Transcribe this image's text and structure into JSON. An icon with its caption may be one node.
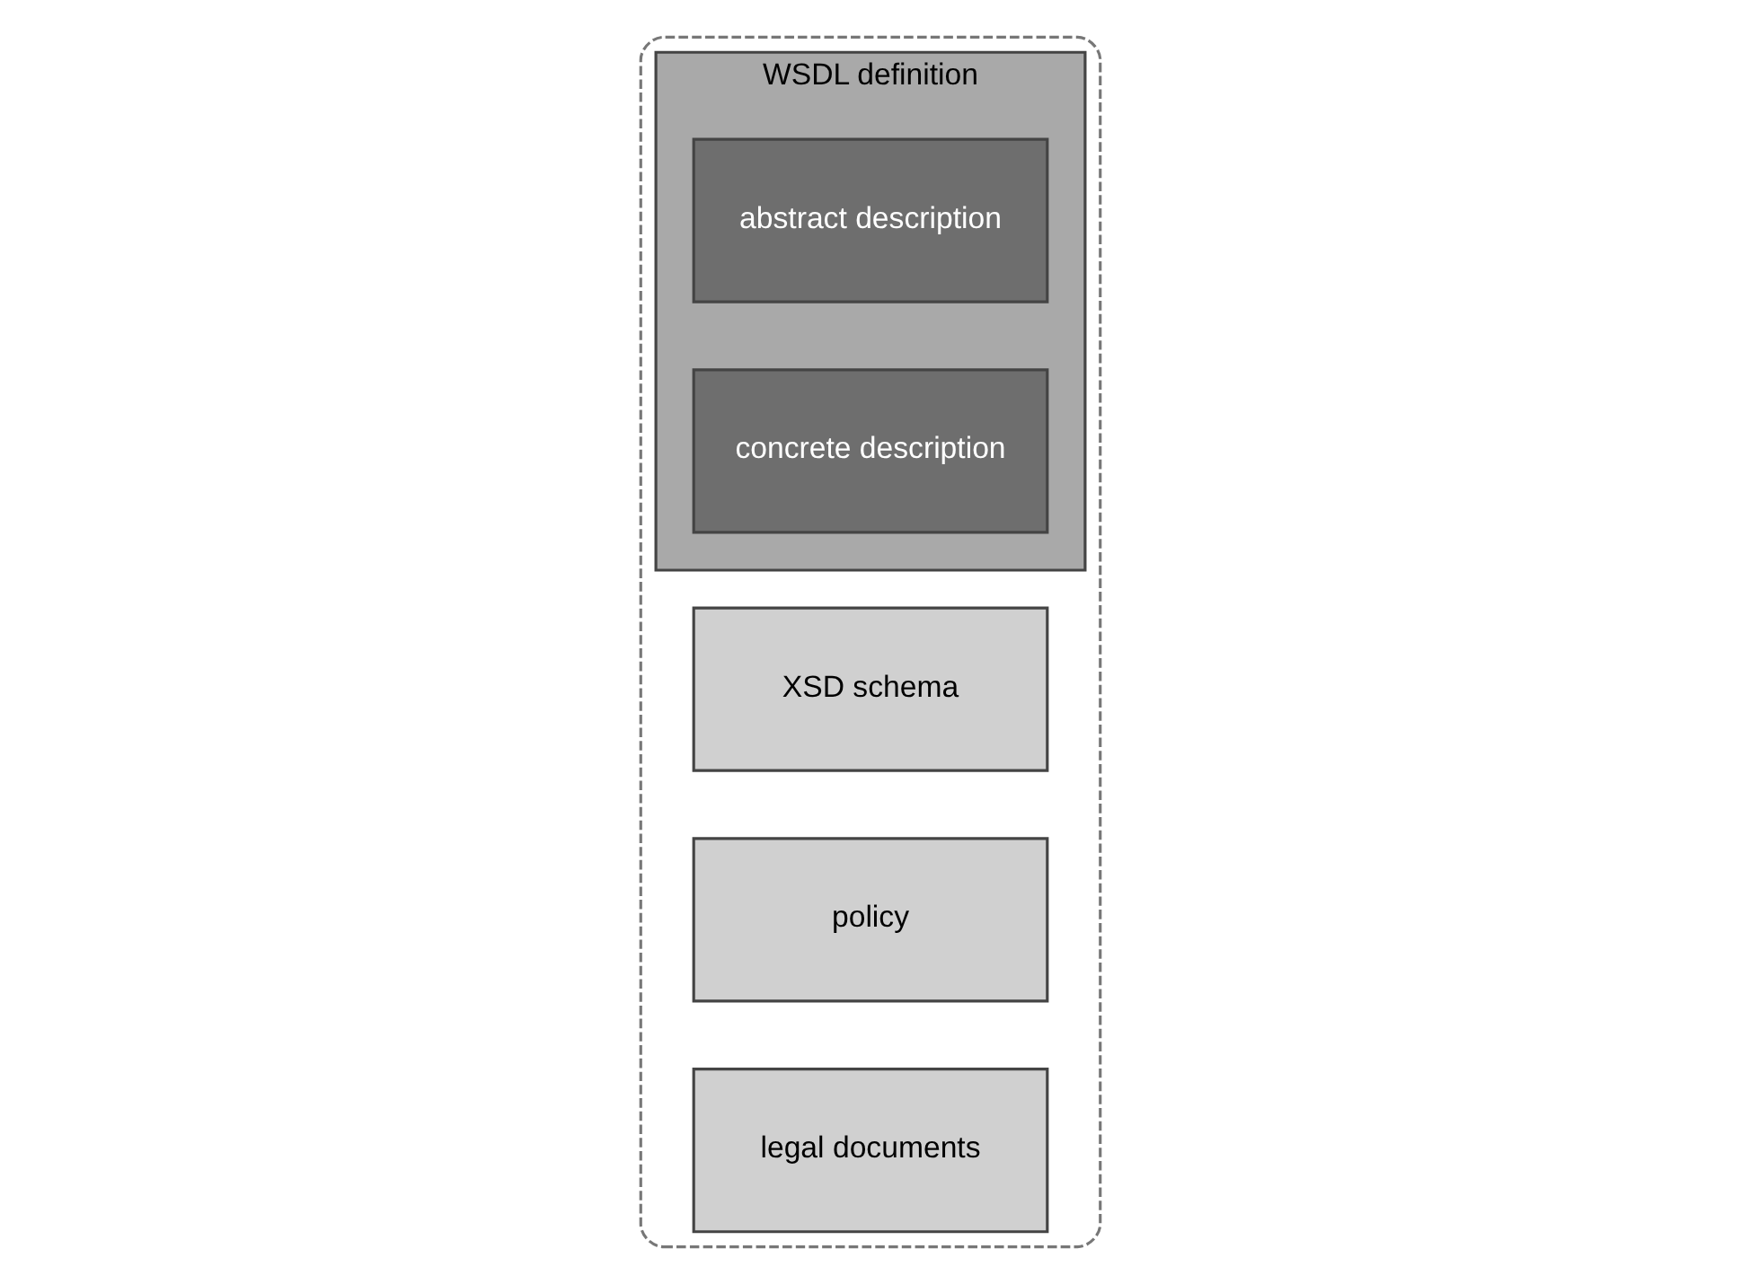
{
  "diagram": {
    "nodes": [
      {
        "text": [],
        "shape": "box"
      },
      {
        "text": [
          "WSDL definition"
        ],
        "in": 0
      },
      {
        "text": [
          "abstract description"
        ],
        "in": 1
      },
      {
        "text": [
          "concrete description"
        ],
        "in": 1
      },
      {
        "text": [
          "XSD schema"
        ],
        "in": 0
      },
      {
        "text": [
          "policy"
        ],
        "in": 0
      },
      {
        "text": [
          "legal documents"
        ],
        "in": 0
      }
    ],
    "edges": []
  }
}
